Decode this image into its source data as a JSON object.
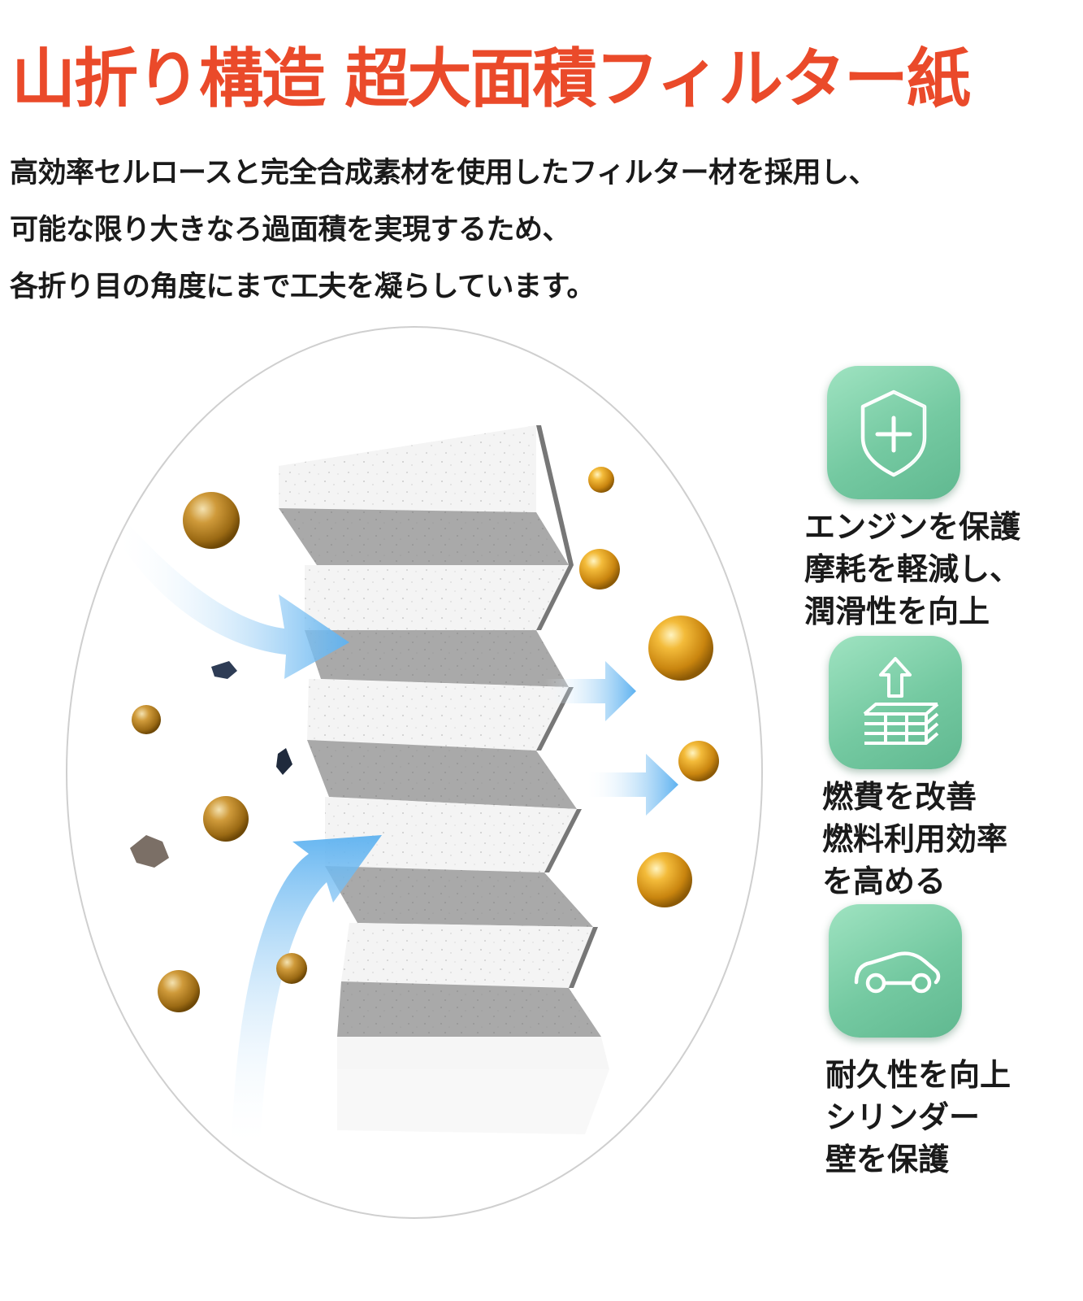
{
  "title": "山折り構造 超大面積フィルター紙",
  "description": [
    "高効率セルロースと完全合成素材を使用したフィルター材を採用し、",
    "可能な限り大きなろ過面積を実現するため、",
    "各折り目の角度にまで工夫を凝らしています。"
  ],
  "colors": {
    "title": "#ea4a2a",
    "feature_icon_bg": "#7fd3ab",
    "airflow": "#7cc0f5",
    "particle": "#d99a1e"
  },
  "features": [
    {
      "icon": "shield-plus-icon",
      "lines": [
        "エンジンを保護",
        "摩耗を軽減し、",
        "潤滑性を向上"
      ]
    },
    {
      "icon": "layer-lift-icon",
      "lines": [
        "燃費を改善",
        "燃料利用効率",
        "を高める"
      ]
    },
    {
      "icon": "car-icon",
      "lines": [
        "耐久性を向上",
        "シリンダー",
        "壁を保護"
      ]
    }
  ]
}
